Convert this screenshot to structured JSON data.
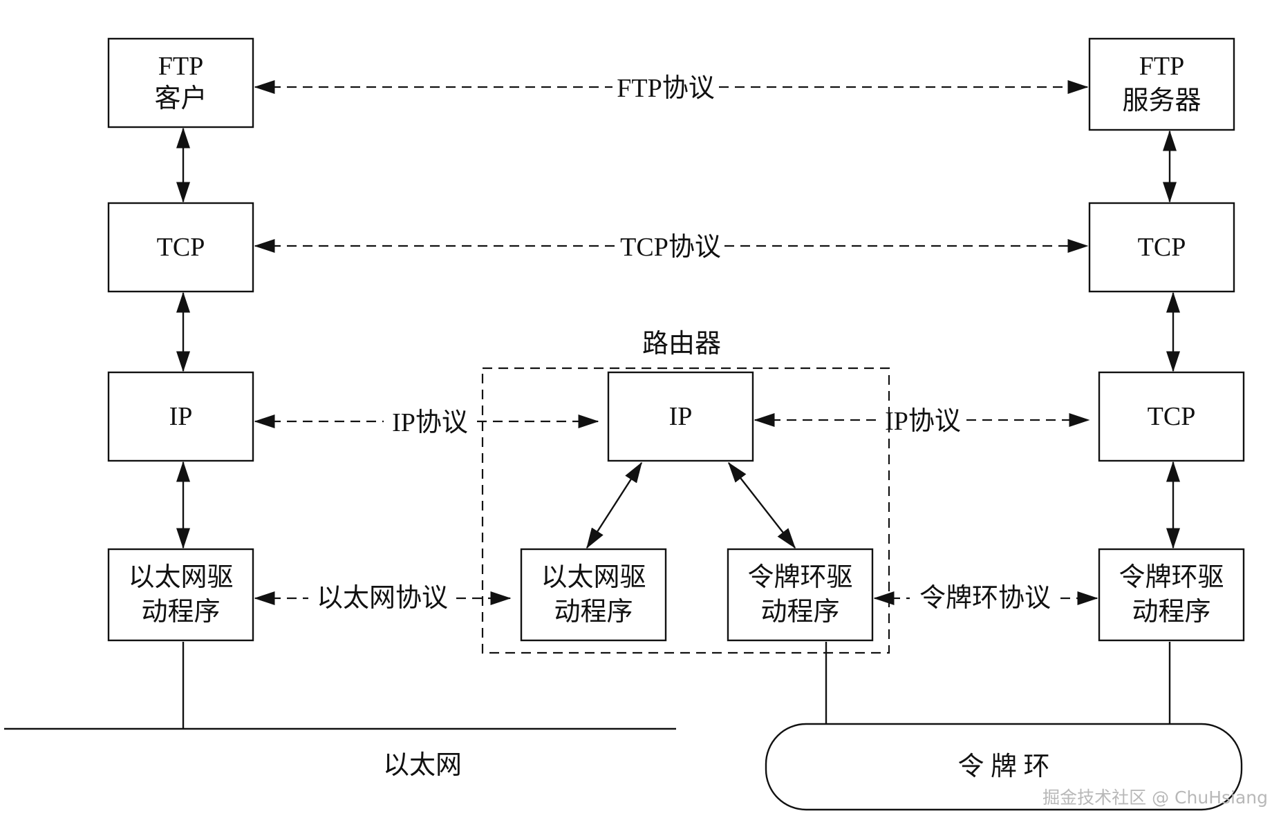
{
  "boxes": {
    "ftp_client": [
      "FTP",
      "客户"
    ],
    "tcp_left": [
      "TCP"
    ],
    "ip_left": [
      "IP"
    ],
    "eth_left": [
      "以太网驱",
      "动程序"
    ],
    "ip_router": [
      "IP"
    ],
    "eth_router": [
      "以太网驱",
      "动程序"
    ],
    "tr_router": [
      "令牌环驱",
      "动程序"
    ],
    "ftp_server": [
      "FTP",
      "服务器"
    ],
    "tcp_right": [
      "TCP"
    ],
    "tcp_right2": [
      "TCP"
    ],
    "tr_right": [
      "令牌环驱",
      "动程序"
    ]
  },
  "protocols": {
    "ftp": "FTP协议",
    "tcp": "TCP协议",
    "ip_left": "IP协议",
    "ip_right": "IP协议",
    "ethernet": "以太网协议",
    "token_ring": "令牌环协议"
  },
  "router_label": "路由器",
  "networks": {
    "ethernet": "以太网",
    "token_ring": "令 牌 环"
  },
  "watermark": "掘金技术社区 @ ChuHsiang"
}
